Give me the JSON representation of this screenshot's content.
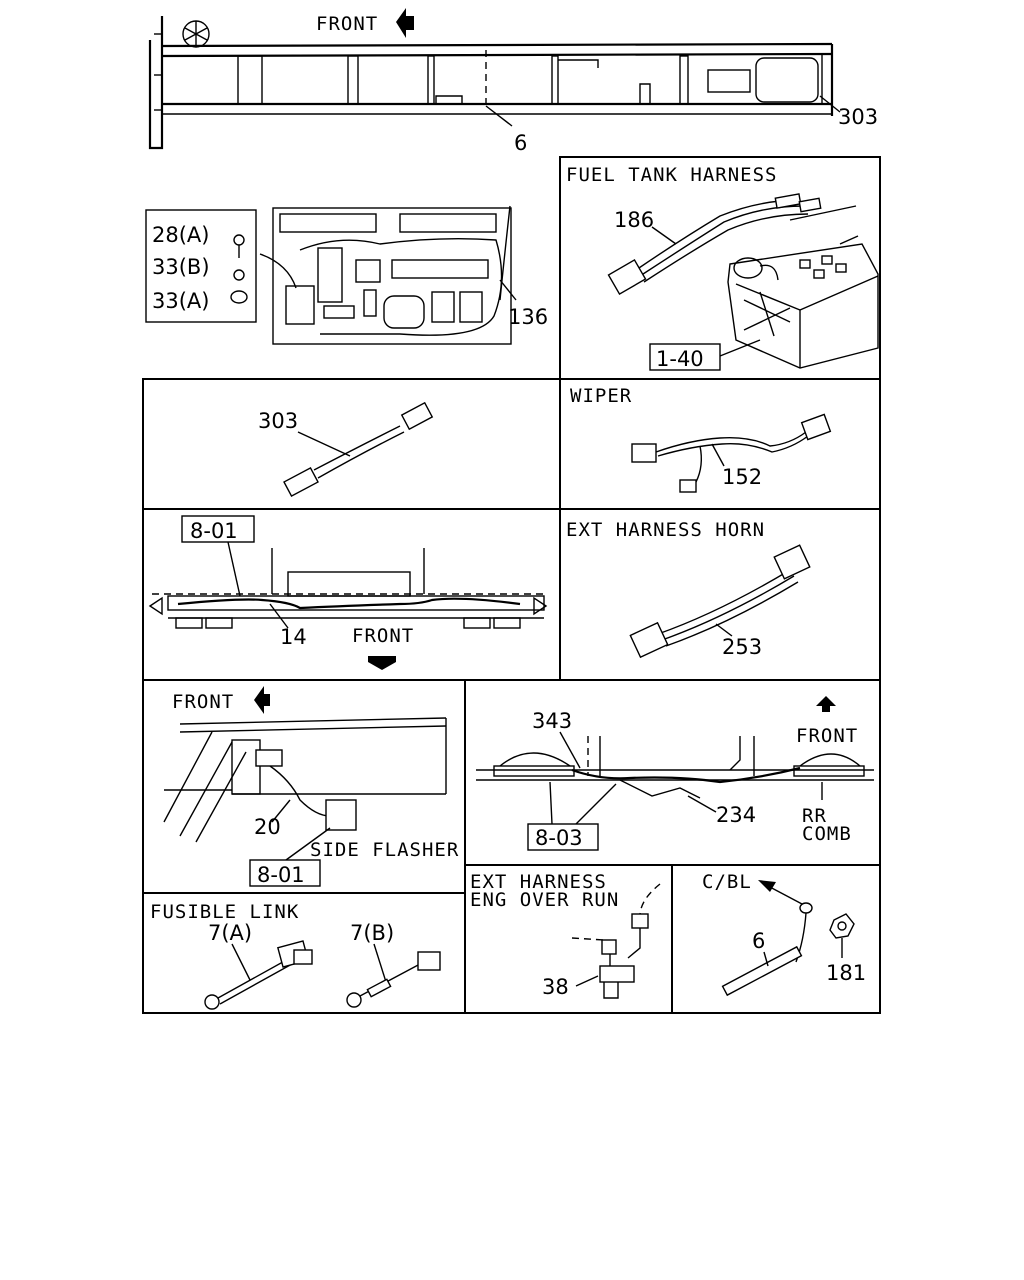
{
  "top": {
    "front": "FRONT",
    "n303": "303",
    "n6": "6"
  },
  "relay": {
    "p28a": "28(A)",
    "p33b": "33(B)",
    "p33a": "33(A)",
    "n136": "136"
  },
  "fuel_tank": {
    "title": "FUEL TANK HARNESS",
    "n186": "186",
    "ref": "1-40"
  },
  "harness303": {
    "n303": "303"
  },
  "wiper": {
    "title": "WIPER",
    "n152": "152"
  },
  "harness14": {
    "ref": "8-01",
    "n14": "14",
    "front": "FRONT"
  },
  "horn": {
    "title": "EXT HARNESS HORN",
    "n253": "253"
  },
  "side_flasher": {
    "front": "FRONT",
    "n20": "20",
    "label": "SIDE FLASHER",
    "ref": "8-01"
  },
  "rr_comb": {
    "n343": "343",
    "front": "FRONT",
    "n234": "234",
    "rr": "RR",
    "comb": "COMB",
    "ref": "8-03"
  },
  "fusible": {
    "title": "FUSIBLE LINK",
    "n7a": "7(A)",
    "n7b": "7(B)"
  },
  "eng_over_run": {
    "title1": "EXT HARNESS",
    "title2": "ENG OVER RUN",
    "n38": "38"
  },
  "cbl": {
    "title": "C/BL",
    "n6": "6",
    "n181": "181"
  }
}
